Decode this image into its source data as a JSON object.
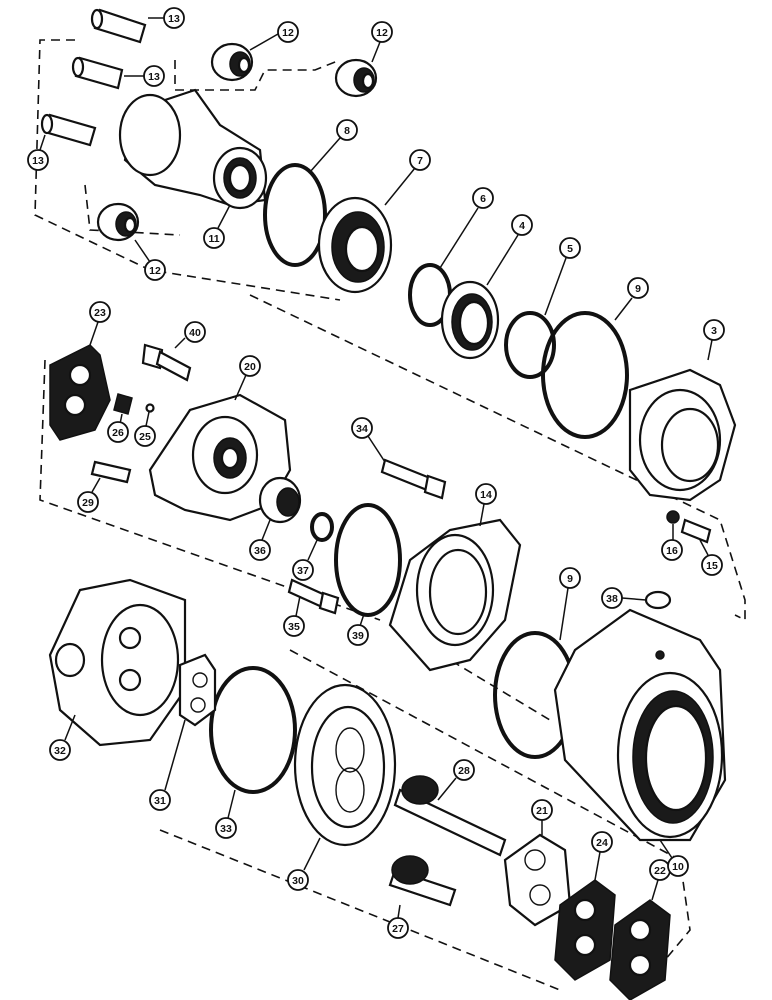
{
  "callouts": [
    "13",
    "13",
    "13",
    "12",
    "12",
    "12",
    "11",
    "8",
    "7",
    "6",
    "4",
    "5",
    "9",
    "3",
    "23",
    "40",
    "20",
    "26",
    "25",
    "29",
    "34",
    "14",
    "36",
    "37",
    "39",
    "35",
    "16",
    "15",
    "9",
    "38",
    "32",
    "31",
    "33",
    "30",
    "28",
    "21",
    "24",
    "22",
    "27",
    "10"
  ],
  "colors": {
    "line": "#111111",
    "background": "#ffffff"
  }
}
